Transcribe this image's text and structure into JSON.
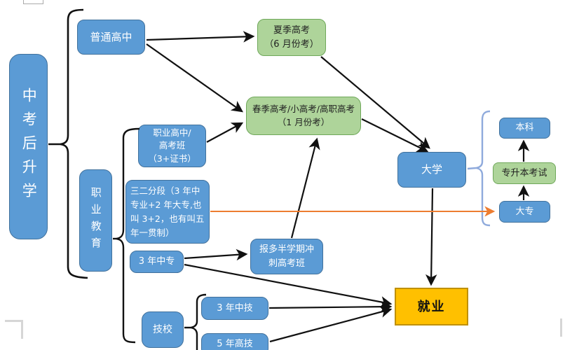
{
  "diagram_title": "中考后升学",
  "colors": {
    "node_blue": "#5b9bd5",
    "node_blue_border": "#41719c",
    "node_green": "#aed49a",
    "node_green_border": "#6fa85a",
    "employment_yellow": "#ffc000",
    "employment_border": "#bf9000",
    "arrow_black": "#111111",
    "arrow_orange": "#ed7d31",
    "bracket_blue": "#8faadc"
  },
  "nodes": {
    "root": {
      "label": "中考后升学"
    },
    "regular_hs": {
      "label": "普通高中"
    },
    "summer_gaokao": {
      "label": "夏季高考",
      "sub": "（6 月份考）"
    },
    "spring_gaokao": {
      "label": "春季高考/小高考/高职高考",
      "sub": "（1 月份考）"
    },
    "vocational_edu": {
      "label": "职业教育"
    },
    "vocational_hs": {
      "label": "职业高中/\n高考班\n（3+证书）"
    },
    "segment_3_2": {
      "label": "三二分段（3 年中\n专业+2 年大专,也\n叫 3+2，也有叫五\n年一贯制）"
    },
    "zhongzhuan_3yr": {
      "label": "3 年中专"
    },
    "sprint_class": {
      "label": "报多半学期冲\n刺高考班"
    },
    "tech_school": {
      "label": "技校"
    },
    "zhongji_3yr": {
      "label": "3 年中技"
    },
    "gaoji_5yr": {
      "label": "5 年高技"
    },
    "university": {
      "label": "大学"
    },
    "bachelor": {
      "label": "本科"
    },
    "upgrade_exam": {
      "label": "专升本考试"
    },
    "dazhuan": {
      "label": "大专"
    },
    "employment": {
      "label": "就业"
    }
  },
  "edges": [
    {
      "from": "普通高中",
      "to": "夏季高考（6 月份考）",
      "color": "black"
    },
    {
      "from": "普通高中",
      "to": "春季高考/小高考/高职高考（1 月份考）",
      "color": "black"
    },
    {
      "from": "职业高中/高考班（3+证书）",
      "to": "春季高考/小高考/高职高考（1 月份考）",
      "color": "black"
    },
    {
      "from": "夏季高考（6 月份考）",
      "to": "大学",
      "color": "black"
    },
    {
      "from": "春季高考/小高考/高职高考（1 月份考）",
      "to": "大学",
      "color": "black"
    },
    {
      "from": "三二分段",
      "to": "大专",
      "color": "orange"
    },
    {
      "from": "3 年中专",
      "to": "报多半学期冲刺高考班",
      "color": "black"
    },
    {
      "from": "3 年中专",
      "to": "就业",
      "color": "black"
    },
    {
      "from": "报多半学期冲刺高考班",
      "to": "春季高考/小高考/高职高考（1 月份考）",
      "color": "black"
    },
    {
      "from": "3 年中技",
      "to": "就业",
      "color": "black"
    },
    {
      "from": "5 年高技",
      "to": "就业",
      "color": "black"
    },
    {
      "from": "大学",
      "to": "就业",
      "color": "black"
    },
    {
      "from": "大专",
      "to": "专升本考试",
      "color": "black"
    },
    {
      "from": "专升本考试",
      "to": "本科",
      "color": "black"
    }
  ]
}
